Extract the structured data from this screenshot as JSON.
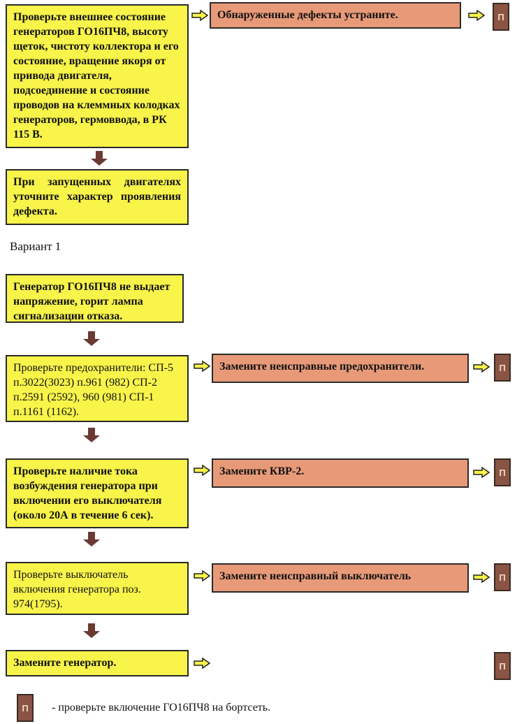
{
  "colors": {
    "step_box": "#f8f44a",
    "action_box": "#e89a78",
    "p_marker": "#8a5444",
    "arrow_fill": "#f8f44a",
    "down_arrow": "#6b3a32"
  },
  "p_symbol": "П",
  "steps": {
    "step1": "Проверьте внешнее состояние генераторов ГО16ПЧ8, высоту щеток, чистоту коллектора и его состояние, вращение якоря от привода двигателя, подсоединение и состояние проводов на клеммных колодках генераторов, гермоввода, в РК 115 В.",
    "step1_action": "Обнаруженные дефекты устраните.",
    "step2": "При запущенных двигателях уточните характер проявления дефекта."
  },
  "variant_label": "Вариант 1",
  "variant": {
    "symptom": "Генератор ГО16ПЧ8 не выдает напряжение, горит лампа сигнализации отказа.",
    "check_fuses": "Проверьте предохранители: СП-5 п.3022(3023) п.961 (982) СП-2 п.2591 (2592), 960 (981) СП-1 п.1161 (1162).",
    "fuses_action": "Замените неисправные предохранители.",
    "check_current": "Проверьте наличие тока возбуждения генератора при включении его выключателя (около 20А в течение 6 сек).",
    "current_action": "Замените КВР-2.",
    "check_switch": "Проверьте выключатель включения генератора поз. 974(1795).",
    "switch_action": "Замените неисправный выключатель",
    "replace_generator": "Замените генератор."
  },
  "legend": "- проверьте  включение ГО16ПЧ8 на бортсеть."
}
